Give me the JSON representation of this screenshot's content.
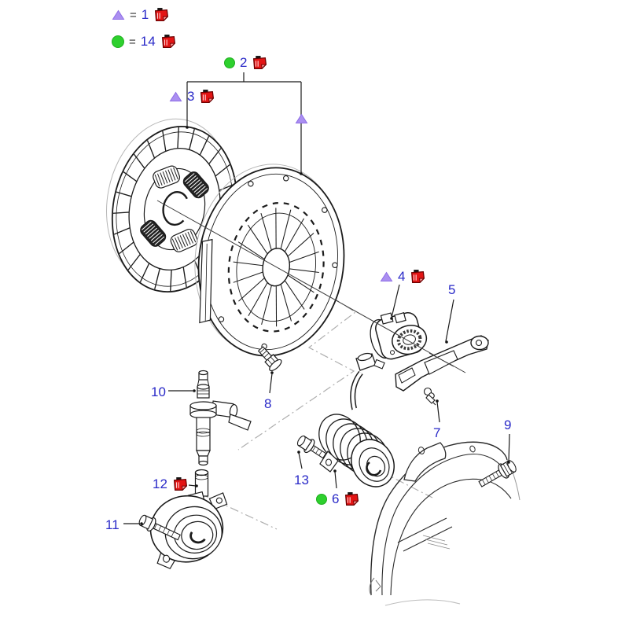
{
  "legend": {
    "rows": [
      {
        "symbol": "triangle-marker",
        "eq": "=",
        "value": "1",
        "icon": "parts-doc-icon"
      },
      {
        "symbol": "circle-marker",
        "eq": "=",
        "value": "14",
        "icon": "parts-doc-icon"
      }
    ]
  },
  "callouts": {
    "c2": {
      "number": "2",
      "symbol": "circle-marker",
      "icon": "parts-doc-icon"
    },
    "c3": {
      "number": "3",
      "symbol": "triangle-marker",
      "icon": "parts-doc-icon"
    },
    "c4": {
      "number": "4",
      "symbol": "triangle-marker",
      "icon": "parts-doc-icon"
    },
    "c5": {
      "number": "5"
    },
    "c6": {
      "number": "6",
      "symbol": "circle-marker",
      "icon": "parts-doc-icon"
    },
    "c7": {
      "number": "7"
    },
    "c8": {
      "number": "8"
    },
    "c9": {
      "number": "9"
    },
    "c10": {
      "number": "10"
    },
    "c11": {
      "number": "11"
    },
    "c12": {
      "number": "12",
      "icon": "parts-doc-icon"
    },
    "c13": {
      "number": "13"
    }
  },
  "markers": {
    "bracket_triangle": "triangle-marker"
  },
  "colors": {
    "label_blue": "#2a2ac8",
    "triangle_purple": "#ab8ff1",
    "dot_green": "#2ed02e",
    "doc_icon_red": "#e31414",
    "line_black": "#1b1b1b",
    "ghost_gray": "#b3b3b3"
  }
}
